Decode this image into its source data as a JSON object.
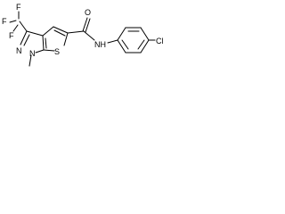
{
  "molecule": {
    "labels": {
      "F1": "F",
      "F2": "F",
      "F3": "F",
      "O": "O",
      "N1": "N",
      "N2": "N",
      "S": "S",
      "NH": "NH",
      "Cl": "Cl"
    }
  }
}
